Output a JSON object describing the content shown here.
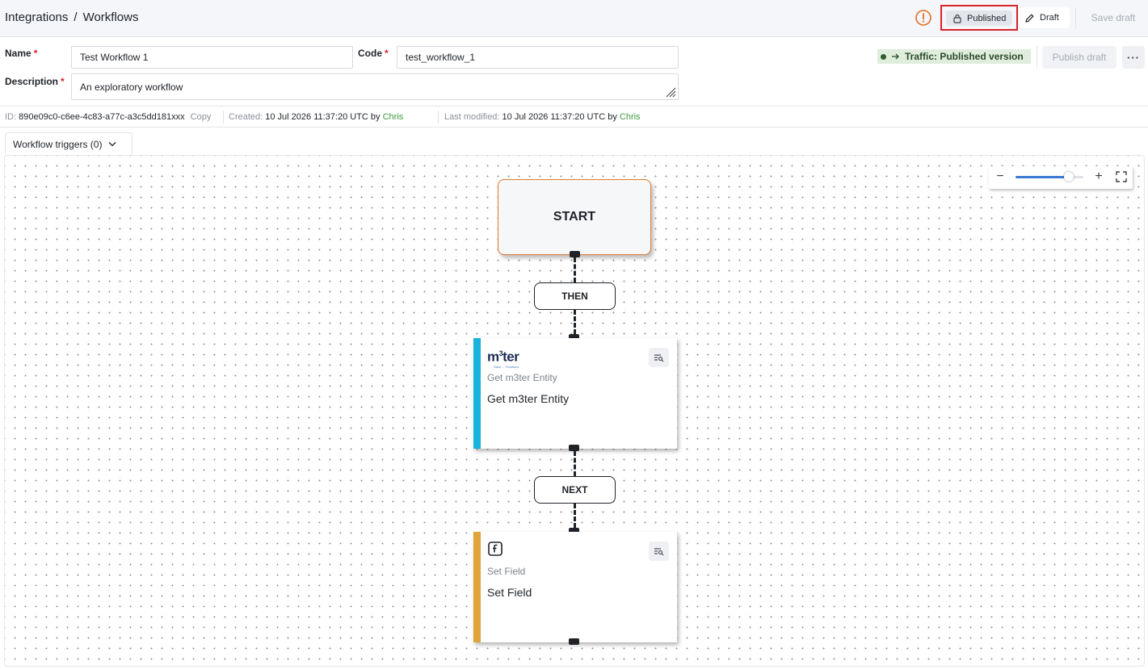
{
  "breadcrumb": {
    "parent": "Integrations",
    "separator": "/",
    "current": "Workflows"
  },
  "header": {
    "warning_icon": "exclamation-circle-icon",
    "published_label": "Published",
    "draft_label": "Draft",
    "save_draft_label": "Save draft"
  },
  "form": {
    "name_label": "Name",
    "name_value": "Test Workflow 1",
    "code_label": "Code",
    "code_value": "test_workflow_1",
    "description_label": "Description",
    "description_value": "An exploratory workflow",
    "required_mark": "*"
  },
  "status": {
    "traffic_label": "Traffic: Published version",
    "publish_draft_label": "Publish draft",
    "more_label": "···"
  },
  "meta": {
    "id_label": "ID:",
    "id_value": "890e09c0-c6ee-4c83-a77c-a3c5dd181xxx",
    "copy_label": "Copy",
    "created_label": "Created:",
    "created_value": "10 Jul 2026 11:37:20 UTC by",
    "created_by": "Chris",
    "modified_label": "Last modified:",
    "modified_value": "10 Jul 2026 11:37:20 UTC by",
    "modified_by": "Chris"
  },
  "triggers": {
    "label": "Workflow triggers (0)"
  },
  "zoom": {
    "minus": "−",
    "plus": "+",
    "level": 0.78
  },
  "workflow": {
    "start_label": "START",
    "edge1_label": "THEN",
    "node1": {
      "logo_text": "m3ter",
      "logo_tagline": "Data → Solutions",
      "subtitle": "Get m3ter Entity",
      "title": "Get m3ter Entity",
      "accent": "#17b3dc"
    },
    "edge2_label": "NEXT",
    "node2": {
      "icon": "function-icon",
      "subtitle": "Set Field",
      "title": "Set Field",
      "accent": "#e0a43a"
    }
  },
  "colors": {
    "start_border": "#e07a2a",
    "required": "#d9222a",
    "traffic_bg": "#dfeedc",
    "user_link": "#3f9a3f",
    "highlight_box": "#d9222a"
  }
}
